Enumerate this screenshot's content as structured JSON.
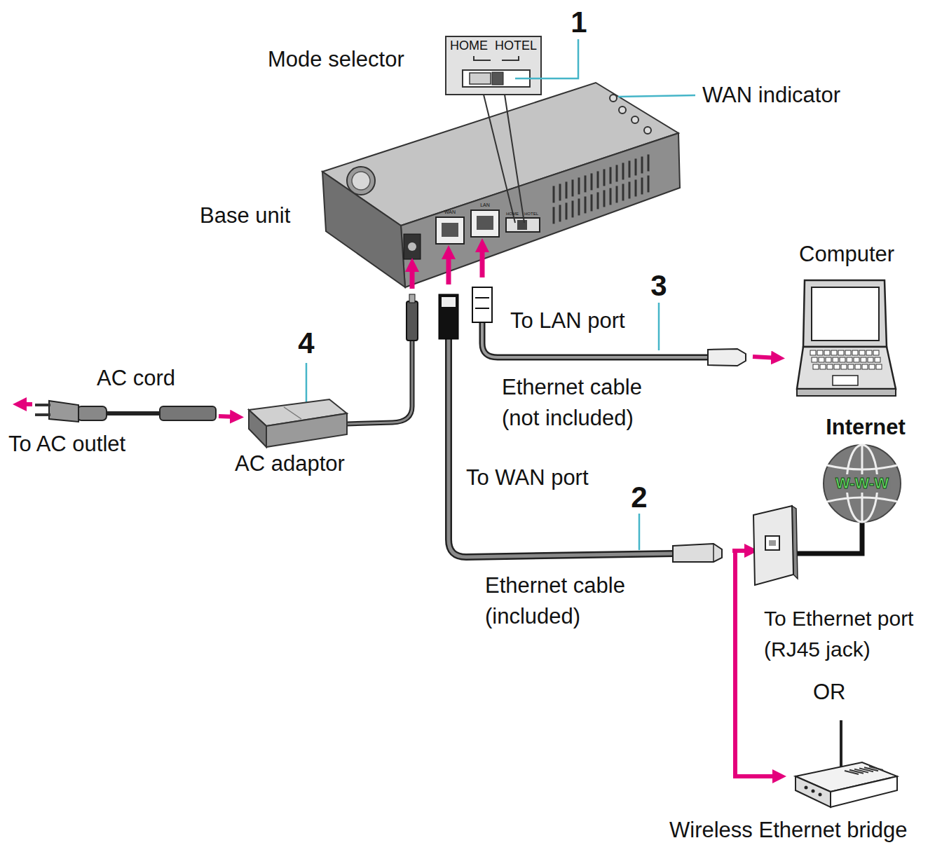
{
  "diagram": {
    "nodes": [
      {
        "text": [
          "HOME",
          "HOTEL"
        ]
      },
      {
        "text": [
          "W-W-W"
        ]
      }
    ],
    "labels": [
      "1",
      "Mode selector",
      "WAN indicator",
      "Base unit",
      "Computer",
      "3",
      "To LAN port",
      "Ethernet cable (not included)",
      "4",
      "AC cord",
      "To AC outlet",
      "AC adaptor",
      "Internet",
      "To WAN port",
      "2",
      "Ethernet cable (included)",
      "To Ethernet port (RJ45 jack)",
      "OR",
      "Wireless Ethernet bridge",
      "WAN",
      "LAN",
      "HOME",
      "HOTEL"
    ]
  }
}
